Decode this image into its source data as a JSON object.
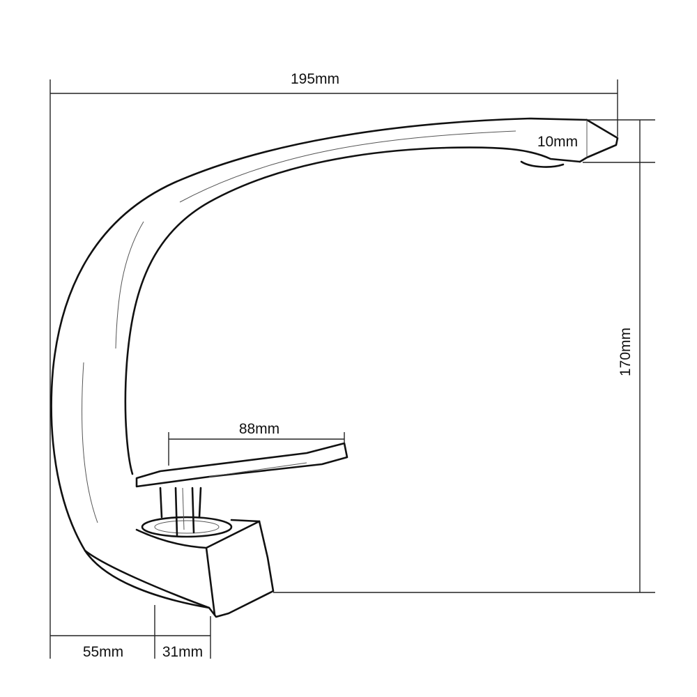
{
  "diagram": {
    "subject": "faucet-side-dimension-drawing",
    "line_color": "#111111",
    "background": "#ffffff",
    "dimensions": {
      "overall_width": "195mm",
      "spout_tip_height": "10mm",
      "overall_height": "170mm",
      "handle_length": "88mm",
      "base_offset": "55mm",
      "base_depth": "31mm"
    }
  }
}
